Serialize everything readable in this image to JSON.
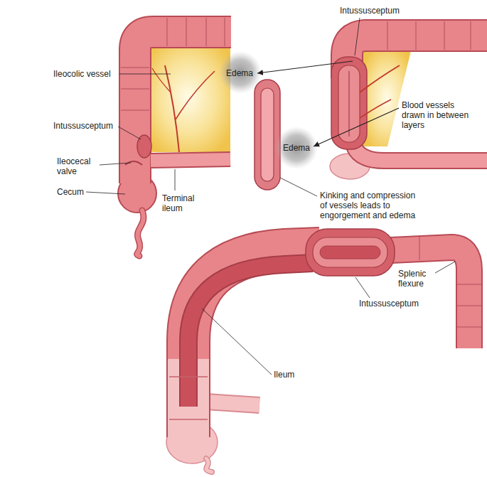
{
  "diagram": {
    "labels": [
      "Intussusceptum",
      "Ileocolic vessel",
      "Edema",
      "Blood vessels drawn in between layers",
      "Intussusceptum",
      "Edema",
      "Ileocecal valve",
      "Cecum",
      "Terminal ileum",
      "Kinking and compression of vessels leads to engorgement and edema",
      "Splenic flexure",
      "Intussusceptum",
      "Ileum"
    ]
  }
}
